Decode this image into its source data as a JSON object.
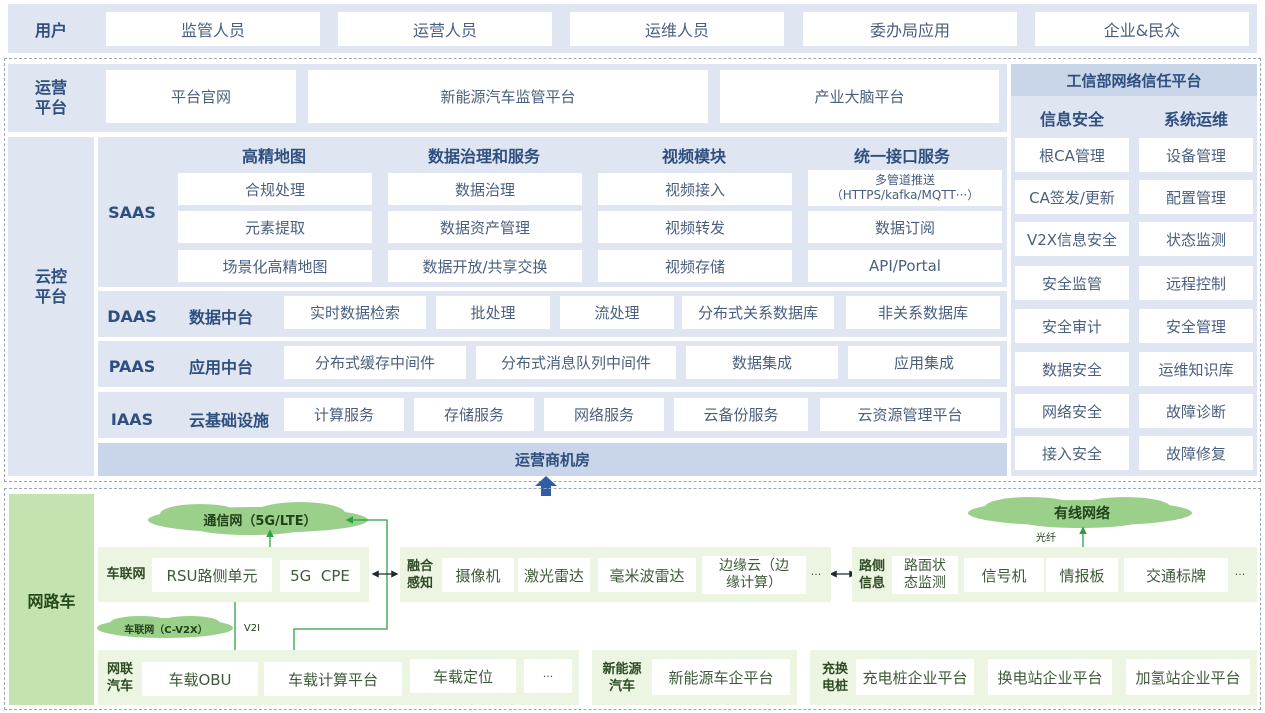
{
  "users": {
    "label": "用户",
    "items": [
      "监管人员",
      "运营人员",
      "运维人员",
      "委办局应用",
      "企业&民众"
    ]
  },
  "ops_platform": {
    "label_line1": "运营",
    "label_line2": "平台",
    "items": [
      "平台官网",
      "新能源汽车监管平台",
      "产业大脑平台"
    ]
  },
  "trust_platform": {
    "title": "工信部网络信任平台",
    "info_security": {
      "title": "信息安全",
      "items": [
        "根CA管理",
        "CA签发/更新",
        "V2X信息安全",
        "安全监管",
        "安全审计",
        "数据安全",
        "网络安全",
        "接入安全"
      ]
    },
    "system_ops": {
      "title": "系统运维",
      "items": [
        "设备管理",
        "配置管理",
        "状态监测",
        "远程控制",
        "安全管理",
        "运维知识库",
        "故障诊断",
        "故障修复"
      ]
    }
  },
  "cloud": {
    "label_line1": "云控",
    "label_line2": "平台",
    "saas": {
      "label": "SAAS",
      "columns": [
        {
          "title": "高精地图",
          "items": [
            "合规处理",
            "元素提取",
            "场景化高精地图"
          ]
        },
        {
          "title": "数据治理和服务",
          "items": [
            "数据治理",
            "数据资产管理",
            "数据开放/共享交换"
          ]
        },
        {
          "title": "视频模块",
          "items": [
            "视频接入",
            "视频转发",
            "视频存储"
          ]
        },
        {
          "title": "统一接口服务",
          "items": [
            "数据订阅",
            "API/Portal"
          ],
          "multi_line1": "多管道推送",
          "multi_line2": "（HTTPS/kafka/MQTT···）"
        }
      ]
    },
    "daas": {
      "label": "DAAS",
      "title": "数据中台",
      "items": [
        "实时数据检索",
        "批处理",
        "流处理",
        "分布式关系数据库",
        "非关系数据库"
      ]
    },
    "paas": {
      "label": "PAAS",
      "title": "应用中台",
      "items": [
        "分布式缓存中间件",
        "分布式消息队列中间件",
        "数据集成",
        "应用集成"
      ]
    },
    "iaas": {
      "label": "IAAS",
      "title": "云基础设施",
      "items": [
        "计算服务",
        "存储服务",
        "网络服务",
        "云备份服务",
        "云资源管理平台"
      ]
    },
    "datacenter": "运营商机房"
  },
  "road_vehicle": {
    "label": "网路车",
    "clouds": {
      "comm": "通信网（5G/LTE）",
      "wired": "有线网络",
      "v2x": "车联网（C-V2X）"
    },
    "annotations": {
      "fiber": "光纤",
      "v2i": "V2I"
    },
    "iov": {
      "label": "车联网",
      "items": [
        "RSU路侧单元",
        "5G  CPE"
      ]
    },
    "fusion": {
      "label_line1": "融合",
      "label_line2": "感知",
      "items": [
        "摄像机",
        "激光雷达",
        "毫米波雷达"
      ],
      "edge_line1": "边缘云（边",
      "edge_line2": "缘计算）",
      "more": "···"
    },
    "roadside": {
      "label_line1": "路侧",
      "label_line2": "信息",
      "road_line1": "路面状",
      "road_line2": "态监测",
      "items": [
        "信号机",
        "情报板",
        "交通标牌"
      ],
      "more": "···"
    },
    "connected_car": {
      "label_line1": "网联",
      "label_line2": "汽车",
      "items": [
        "车载OBU",
        "车载计算平台",
        "车载定位"
      ],
      "more": "···"
    },
    "nev": {
      "label_line1": "新能源",
      "label_line2": "汽车",
      "items": [
        "新能源车企平台"
      ]
    },
    "charging": {
      "label_line1": "充换",
      "label_line2": "电桩",
      "items": [
        "充电桩企业平台",
        "换电站企业平台",
        "加氢站企业平台"
      ]
    }
  },
  "colors": {
    "blue_band": "#dfe6f1",
    "blue_header": "#c9d6ea",
    "green_band": "#ebf5e1",
    "green_label": "#c5e3b0",
    "arrow": "#2f5ea8",
    "green_line": "#2ea043"
  }
}
